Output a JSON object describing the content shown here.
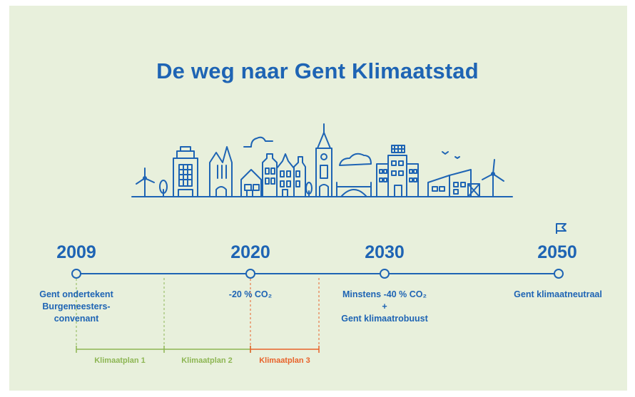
{
  "title": "De weg naar Gent Klimaatstad",
  "colors": {
    "background": "#e8f0dc",
    "blue": "#1e64b4",
    "green": "#8db653",
    "orange": "#e8622a"
  },
  "milestones": [
    {
      "year": "2009",
      "label": [
        "Gent ondertekent",
        "Burgemeesters-",
        "convenant"
      ]
    },
    {
      "year": "2020",
      "label": [
        "-20 % CO₂"
      ]
    },
    {
      "year": "2030",
      "label": [
        "Minstens -40 % CO₂",
        "+",
        "Gent klimaatrobuust"
      ]
    },
    {
      "year": "2050",
      "label": [
        "Gent klimaatneutraal"
      ],
      "icon": "flag-icon"
    }
  ],
  "plans": [
    {
      "label": "Klimaatplan 1",
      "color": "green"
    },
    {
      "label": "Klimaatplan 2",
      "color": "green"
    },
    {
      "label": "Klimaatplan 3",
      "color": "orange"
    }
  ]
}
